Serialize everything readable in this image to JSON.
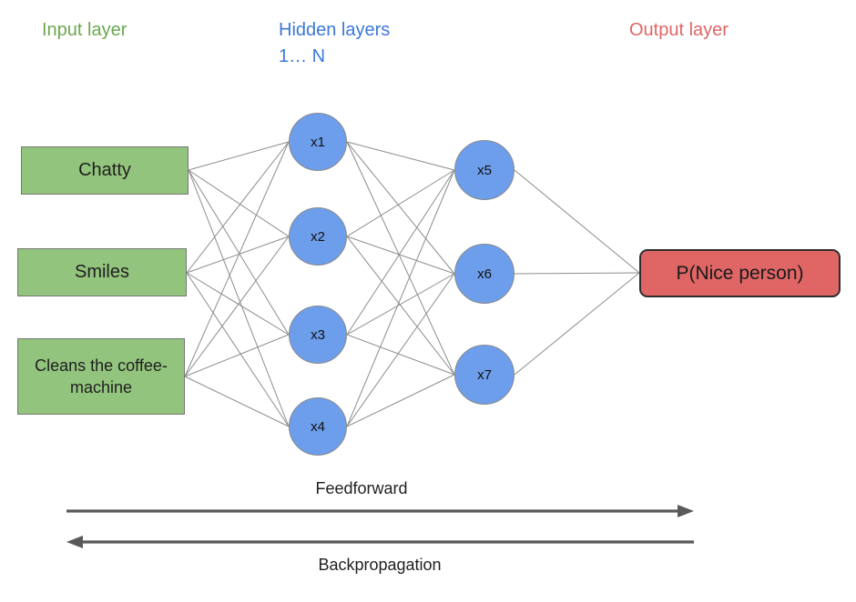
{
  "headers": {
    "input": {
      "label": "Input layer"
    },
    "hidden": {
      "label": "Hidden layers",
      "sublabel": "1… N"
    },
    "output": {
      "label": "Output layer"
    }
  },
  "input_nodes": [
    {
      "label": "Chatty"
    },
    {
      "label": "Smiles"
    },
    {
      "label": "Cleans the coffee-machine"
    }
  ],
  "hidden_nodes_layer1": [
    {
      "label": "x1"
    },
    {
      "label": "x2"
    },
    {
      "label": "x3"
    },
    {
      "label": "x4"
    }
  ],
  "hidden_nodes_layer2": [
    {
      "label": "x5"
    },
    {
      "label": "x6"
    },
    {
      "label": "x7"
    }
  ],
  "output_node": {
    "label": "P(Nice person)"
  },
  "flow_arrows": {
    "feedforward": "Feedforward",
    "backpropagation": "Backpropagation"
  },
  "colors": {
    "input_fill": "#93c47d",
    "input_border": "#777777",
    "hidden_fill": "#6d9eeb",
    "hidden_border": "#8a8a8a",
    "output_fill": "#e06666",
    "output_border": "#2d2d2d",
    "edge": "#8c8c8c",
    "arrow": "#595959",
    "heading_input": "#6aa84f",
    "heading_hidden": "#3c78d8",
    "heading_output": "#e06666"
  }
}
